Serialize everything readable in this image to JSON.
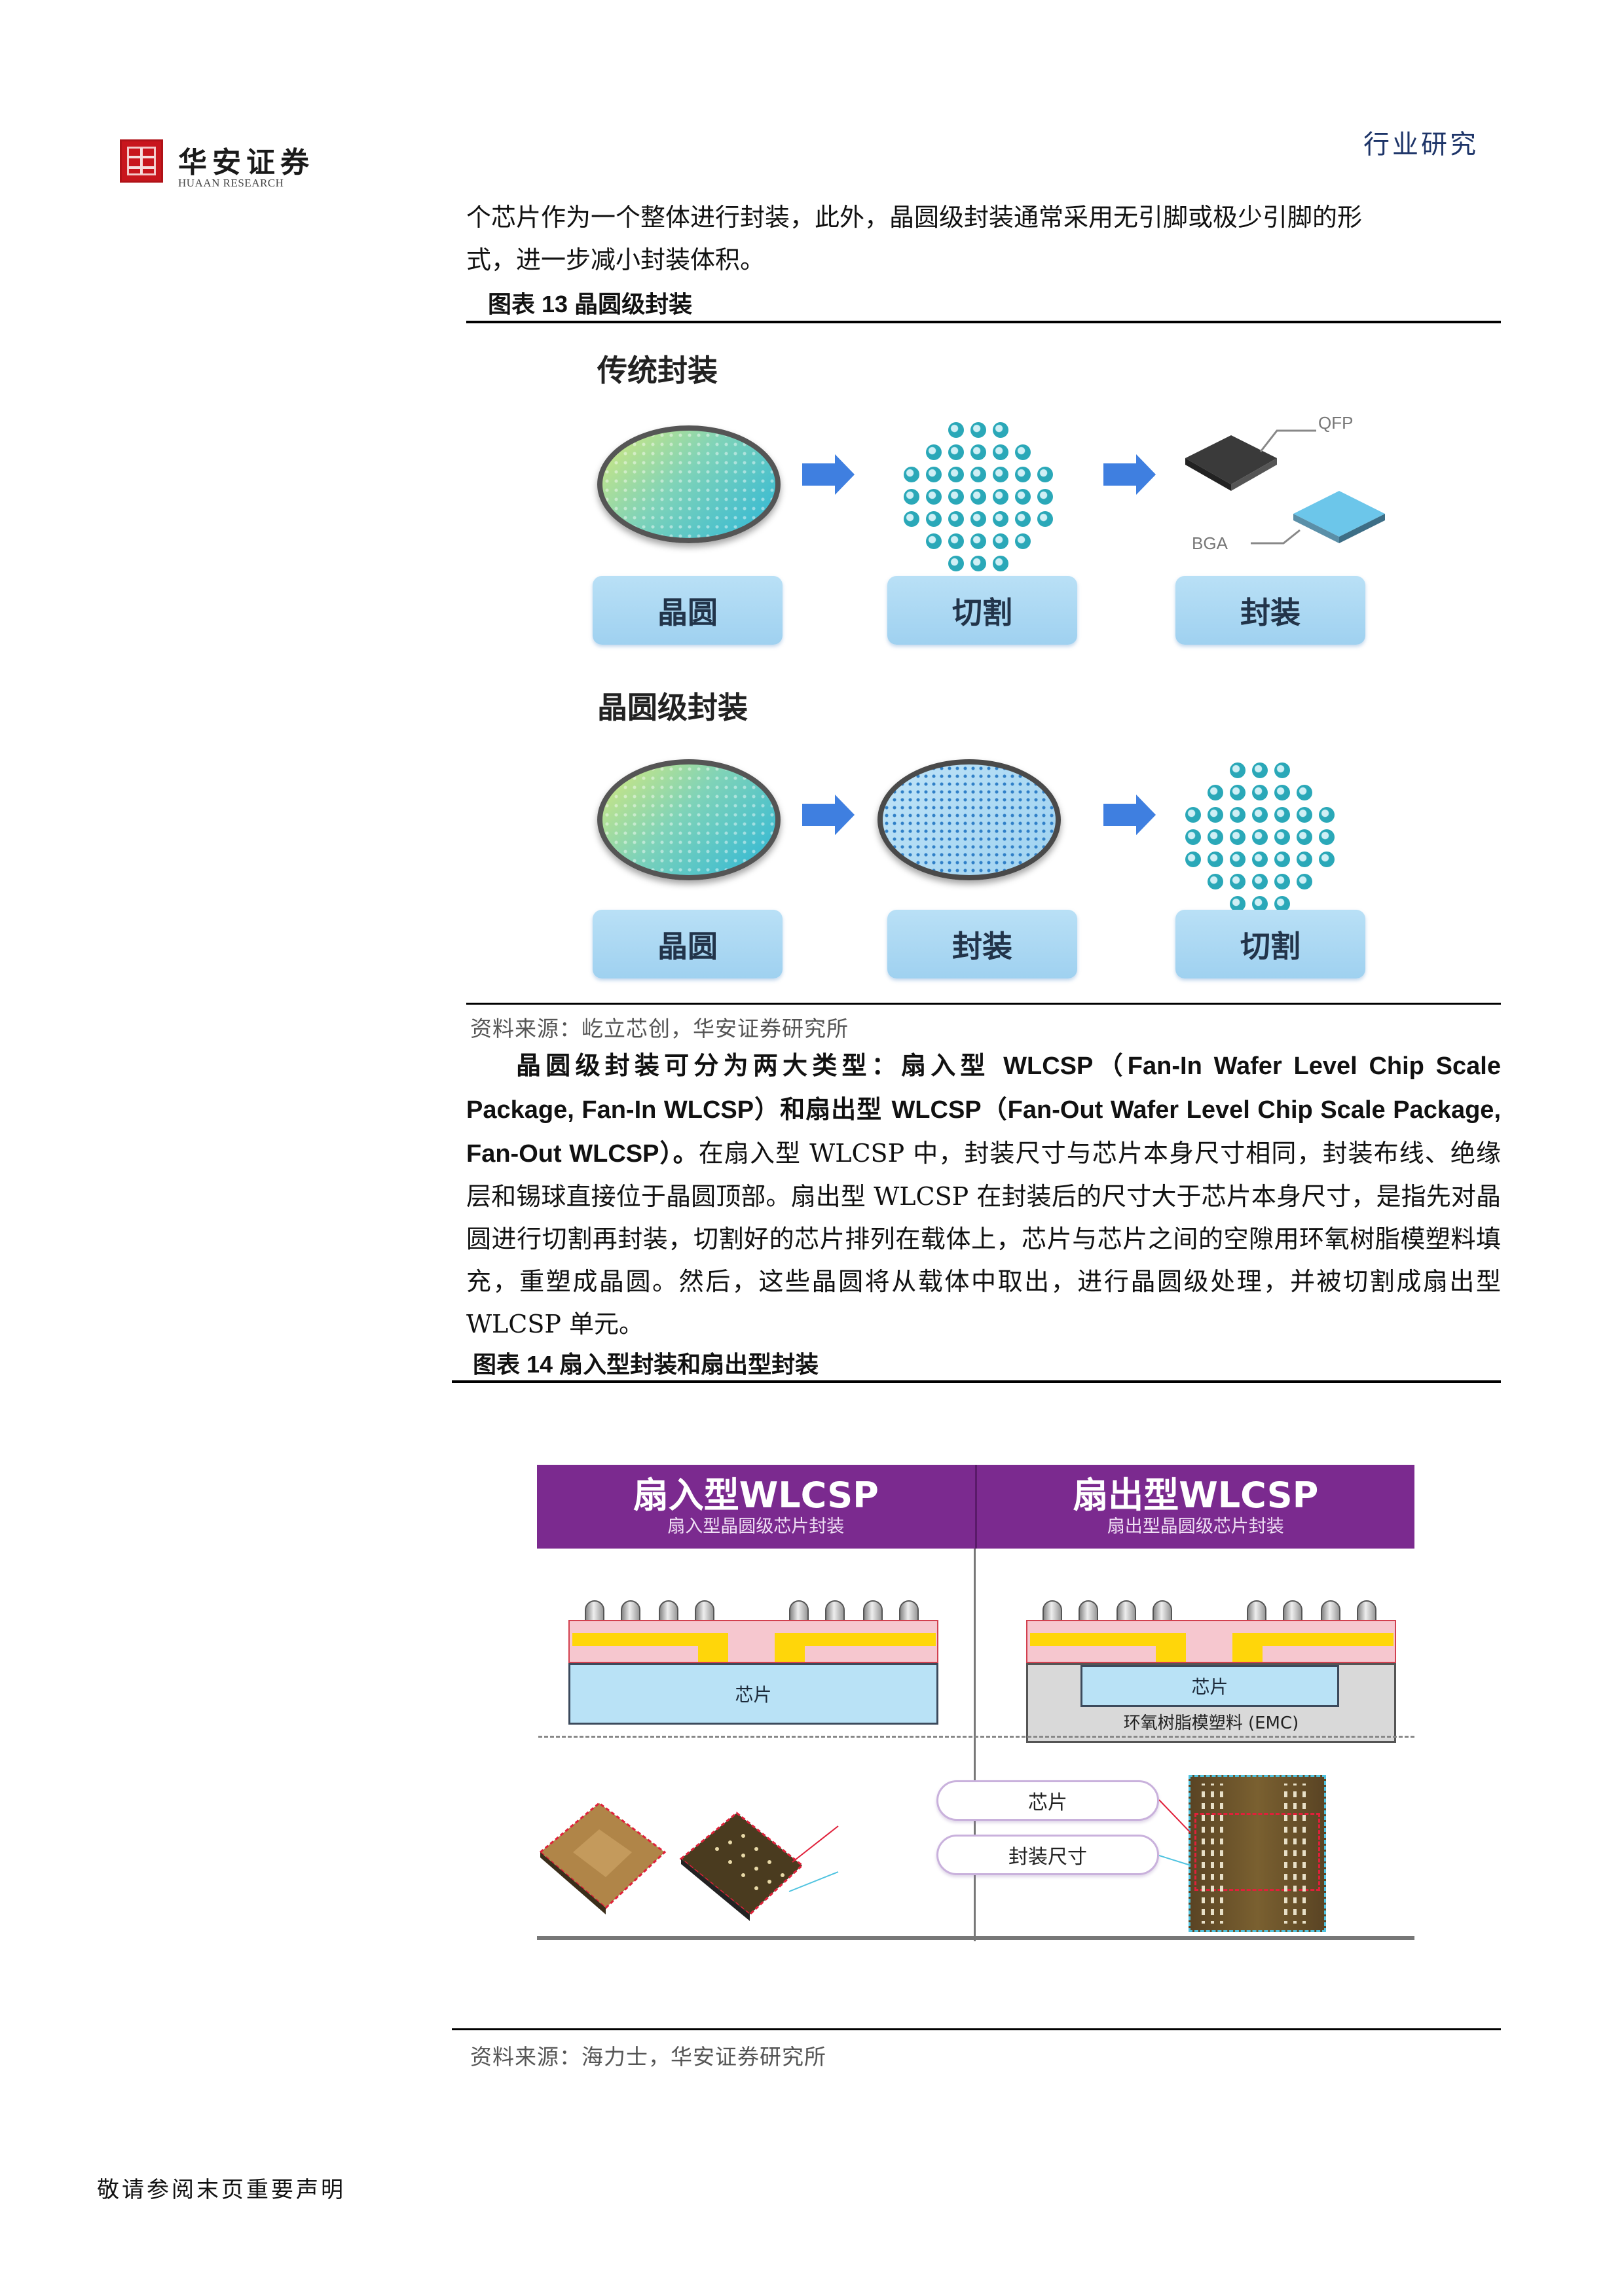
{
  "header": {
    "logo_cn": "华安证券",
    "logo_en": "HUAAN RESEARCH",
    "section_label": "行业研究"
  },
  "paragraph1": {
    "lines": [
      "个芯片作为一个整体进行封装，此外，晶圆级封装通常采用无引脚或极少引脚的形",
      "式，进一步减小封装体积。"
    ]
  },
  "figure13": {
    "prefix": "图表",
    "number": "13",
    "title": "晶圆级封装",
    "traditional": {
      "heading": "传统封装",
      "steps": [
        "晶圆",
        "切割",
        "封装"
      ],
      "labels": {
        "qfp": "QFP",
        "bga": "BGA"
      }
    },
    "wafer_level": {
      "heading": "晶圆级封装",
      "steps": [
        "晶圆",
        "封装",
        "切割"
      ]
    },
    "source": "资料来源：屹立芯创，华安证券研究所"
  },
  "paragraph2": {
    "lead_cn": "晶圆级封装可分为两大类型：扇入型 ",
    "lead_en1": "WLCSP（Fan-In Wafer Level Chip Scale Package, Fan-In WLCSP）",
    "lead_cn2": "和扇出型 ",
    "lead_en2": "WLCSP（Fan-Out Wafer Level Chip Scale Package, Fan-Out WLCSP）",
    "lead_end": "。",
    "body": "在扇入型 WLCSP 中，封装尺寸与芯片本身尺寸相同，封装布线、绝缘层和锡球直接位于晶圆顶部。扇出型 WLCSP 在封装后的尺寸大于芯片本身尺寸，是指先对晶圆进行切割再封装，切割好的芯片排列在载体上，芯片与芯片之间的空隙用环氧树脂模塑料填充，重塑成晶圆。然后，这些晶圆将从载体中取出，进行晶圆级处理，并被切割成扇出型 WLCSP 单元。"
  },
  "figure14": {
    "prefix": "图表",
    "number": "14",
    "title": "扇入型封装和扇出型封装",
    "fan_in": {
      "title": "扇入型WLCSP",
      "subtitle": "扇入型晶圆级芯片封装",
      "chip_label": "芯片"
    },
    "fan_out": {
      "title": "扇出型WLCSP",
      "subtitle": "扇出型晶圆级芯片封装",
      "chip_label": "芯片",
      "emc_label": "环氧树脂模塑料 (EMC)"
    },
    "callouts": {
      "chip": "芯片",
      "package_size": "封装尺寸"
    },
    "colors": {
      "header_purple": "#7b2a8f",
      "solder_yellow": "#ffd60a",
      "dielectric_pink": "#f6c7cf",
      "chip_blue": "#b9e2f6",
      "emc_gray": "#d9d9d9"
    },
    "source": "资料来源：海力士，华安证券研究所"
  },
  "footer": {
    "disclaimer": "敬请参阅末页重要声明"
  }
}
